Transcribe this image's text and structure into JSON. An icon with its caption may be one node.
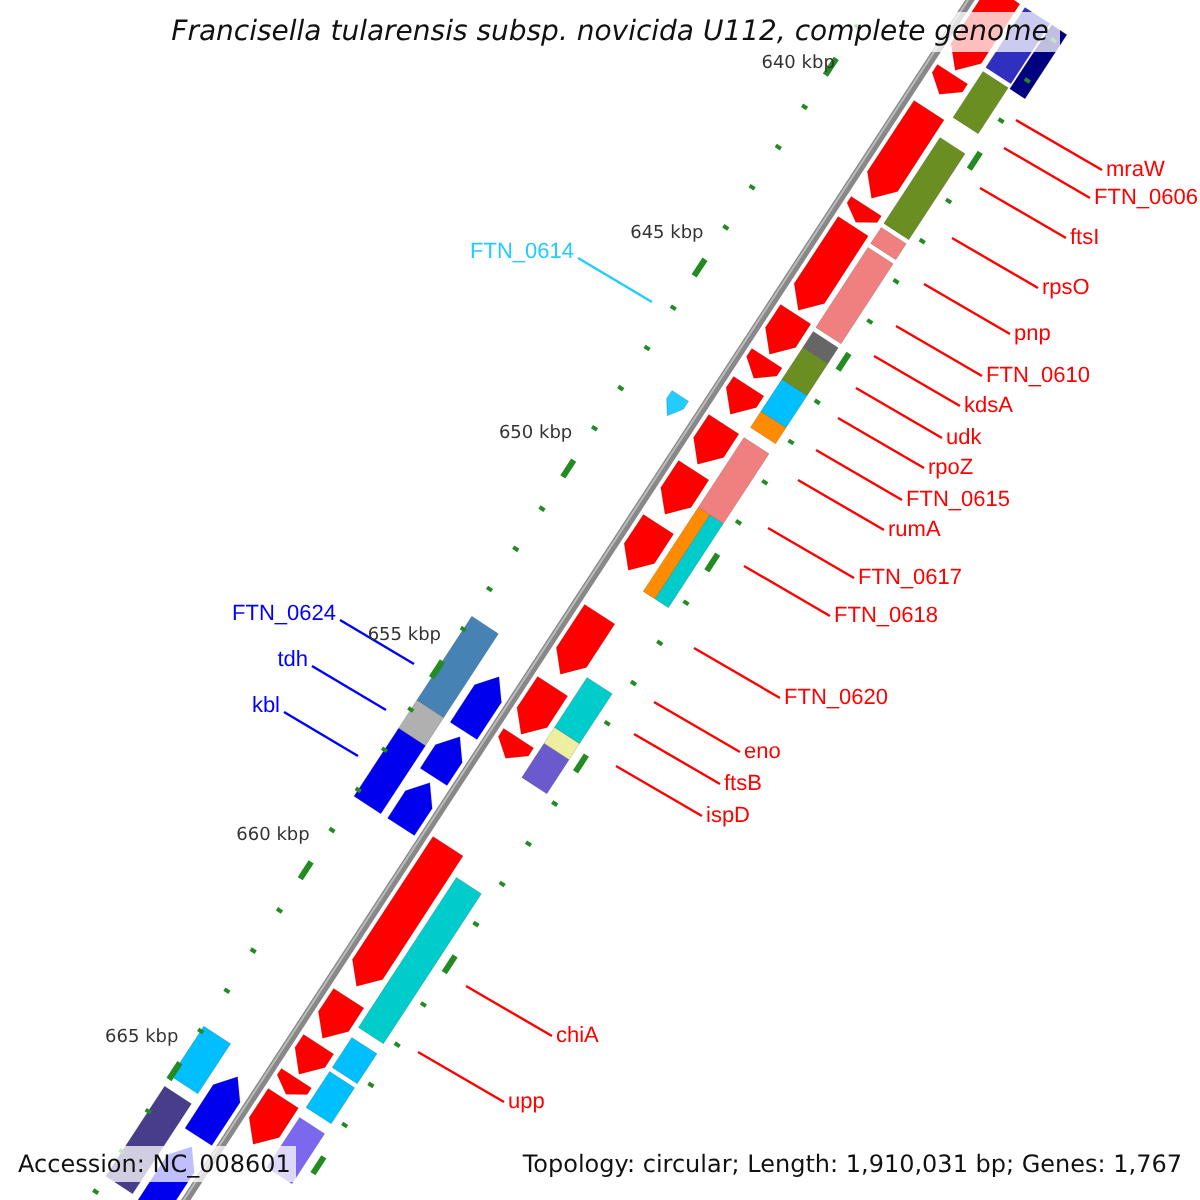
{
  "diagram": {
    "title": "Francisella tularensis subsp. novicida U112, complete genome",
    "nodes": [
      {
        "text": [
          "mraW"
        ]
      },
      {
        "text": [
          "FTN_0606"
        ]
      },
      {
        "text": [
          "ftsI"
        ]
      },
      {
        "text": [
          "rpsO"
        ]
      },
      {
        "text": [
          "pnp"
        ]
      },
      {
        "text": [
          "FTN_0610"
        ]
      },
      {
        "text": [
          "kdsA"
        ]
      },
      {
        "text": [
          "udk"
        ]
      },
      {
        "text": [
          "rpoZ"
        ]
      },
      {
        "text": [
          "FTN_0615"
        ]
      },
      {
        "text": [
          "rumA"
        ]
      },
      {
        "text": [
          "FTN_0617"
        ]
      },
      {
        "text": [
          "FTN_0618"
        ]
      },
      {
        "text": [
          "FTN_0620"
        ]
      },
      {
        "text": [
          "eno"
        ]
      },
      {
        "text": [
          "ftsB"
        ]
      },
      {
        "text": [
          "ispD"
        ]
      },
      {
        "text": [
          "chiA"
        ]
      },
      {
        "text": [
          "upp"
        ]
      },
      {
        "text": [
          "FTN_0614"
        ]
      },
      {
        "text": [
          "FTN_0624"
        ]
      },
      {
        "text": [
          "tdh"
        ]
      },
      {
        "text": [
          "kbl"
        ]
      }
    ],
    "edges": [
      {
        "from": 0,
        "to": null,
        "arrow": "none"
      },
      {
        "from": 1,
        "to": null,
        "arrow": "none"
      },
      {
        "from": 2,
        "to": null,
        "arrow": "none"
      },
      {
        "from": 3,
        "to": null,
        "arrow": "none"
      },
      {
        "from": 4,
        "to": null,
        "arrow": "none"
      },
      {
        "from": 5,
        "to": null,
        "arrow": "none"
      },
      {
        "from": 6,
        "to": null,
        "arrow": "none"
      },
      {
        "from": 7,
        "to": null,
        "arrow": "none"
      },
      {
        "from": 8,
        "to": null,
        "arrow": "none"
      },
      {
        "from": 9,
        "to": null,
        "arrow": "none"
      },
      {
        "from": 10,
        "to": null,
        "arrow": "none"
      },
      {
        "from": 11,
        "to": null,
        "arrow": "none"
      },
      {
        "from": 12,
        "to": null,
        "arrow": "none"
      },
      {
        "from": 13,
        "to": null,
        "arrow": "none"
      },
      {
        "from": 14,
        "to": null,
        "arrow": "none"
      },
      {
        "from": 15,
        "to": null,
        "arrow": "none"
      },
      {
        "from": 16,
        "to": null,
        "arrow": "none"
      },
      {
        "from": 17,
        "to": null,
        "arrow": "none"
      },
      {
        "from": 18,
        "to": null,
        "arrow": "none"
      },
      {
        "from": 19,
        "to": null,
        "arrow": "none",
        "color": "#22ccff"
      },
      {
        "from": 20,
        "to": null,
        "arrow": "none",
        "color": "#0000ff"
      },
      {
        "from": 21,
        "to": null,
        "arrow": "none",
        "color": "#0000ff"
      },
      {
        "from": 22,
        "to": null,
        "arrow": "none",
        "color": "#0000ff"
      }
    ],
    "labels": [
      "640 kbp",
      "645 kbp",
      "650 kbp",
      "655 kbp",
      "660 kbp",
      "665 kbp",
      "Accession: NC_008601",
      "Topology: circular; Length: 1,910,031 bp; Genes: 1,767"
    ]
  }
}
